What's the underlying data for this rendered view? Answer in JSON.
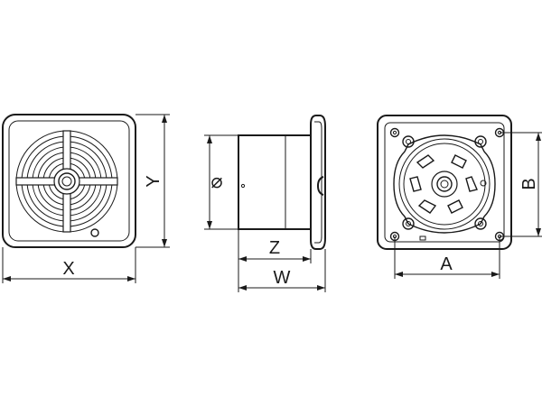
{
  "front_view": {
    "width_label": "X",
    "height_label": "Y"
  },
  "side_view": {
    "diameter_label": "⌀",
    "depth_label": "Z",
    "total_depth_label": "W"
  },
  "rear_view": {
    "hole_spacing_h_label": "A",
    "hole_spacing_v_label": "B"
  }
}
